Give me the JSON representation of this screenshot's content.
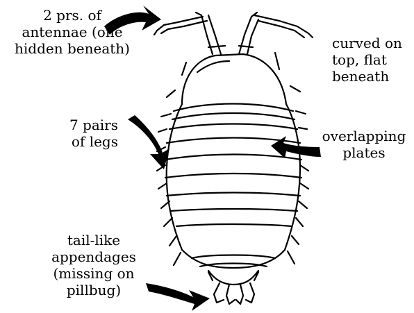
{
  "diagram": {
    "subject": "pillbug / sowbug body anatomy",
    "labels": {
      "antennae": [
        "2 prs. of",
        "antennae (one",
        "hidden beneath)"
      ],
      "curved": [
        "curved on",
        "top, flat",
        "beneath"
      ],
      "legs": [
        "7 pairs",
        "of legs"
      ],
      "plates": [
        "overlapping",
        "plates"
      ],
      "tail": [
        "tail-like",
        "appendages",
        "(missing on",
        "pillbug)"
      ]
    },
    "colors": {
      "ink": "#000000",
      "background": "#ffffff"
    }
  }
}
